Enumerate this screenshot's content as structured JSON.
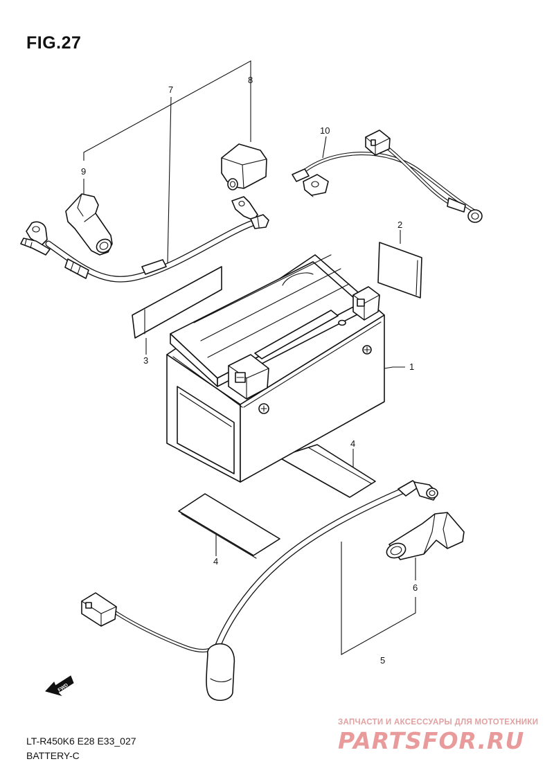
{
  "figure_title": "FIG.27",
  "footer": {
    "model_code": "LT-R450K6 E28 E33_027",
    "section_name": "BATTERY-C"
  },
  "watermark": {
    "tagline": "ЗАПЧАСТИ И АКСЕССУАРЫ ДЛЯ МОТОТЕХНИКИ",
    "logo": "PARTSFOR.RU"
  },
  "direction_arrow": "FWD",
  "callouts": {
    "c1": "1",
    "c2": "2",
    "c3": "3",
    "c4a": "4",
    "c4b": "4",
    "c5": "5",
    "c6": "6",
    "c7": "7",
    "c8": "8",
    "c9": "9",
    "c10": "10"
  },
  "colors": {
    "line": "#111111",
    "background": "#ffffff",
    "watermark": "#e99b9b"
  }
}
